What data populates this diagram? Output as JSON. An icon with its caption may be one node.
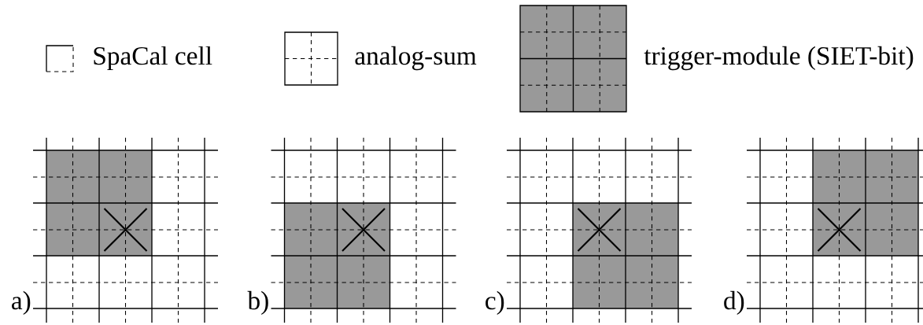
{
  "diagram": {
    "labels": [
      "a)",
      "b)",
      "c)",
      "d)"
    ],
    "legend": [
      {
        "text": "SpaCal cell"
      },
      {
        "text": "analog-sum"
      },
      {
        "text": "trigger-module (SIET-bit)"
      }
    ]
  }
}
